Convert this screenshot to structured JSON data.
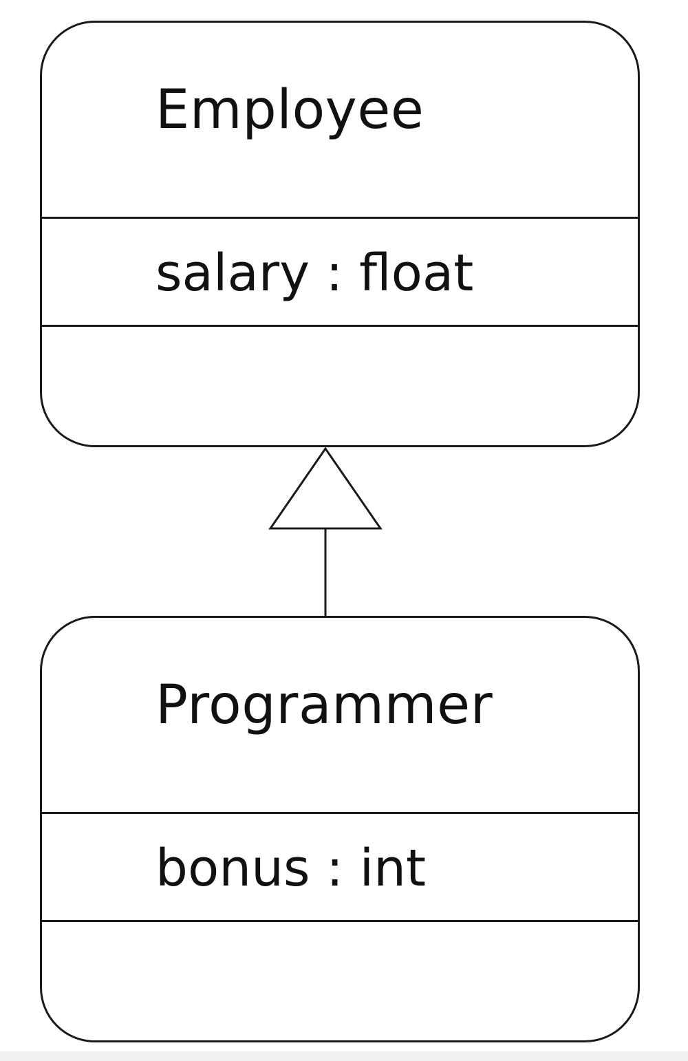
{
  "diagram": {
    "classes": [
      {
        "name": "Employee",
        "attributes": [
          "salary : float"
        ],
        "methods": []
      },
      {
        "name": "Programmer",
        "attributes": [
          "bonus : int"
        ],
        "methods": []
      }
    ],
    "relationship": {
      "type": "generalization",
      "from": "Programmer",
      "to": "Employee"
    }
  }
}
